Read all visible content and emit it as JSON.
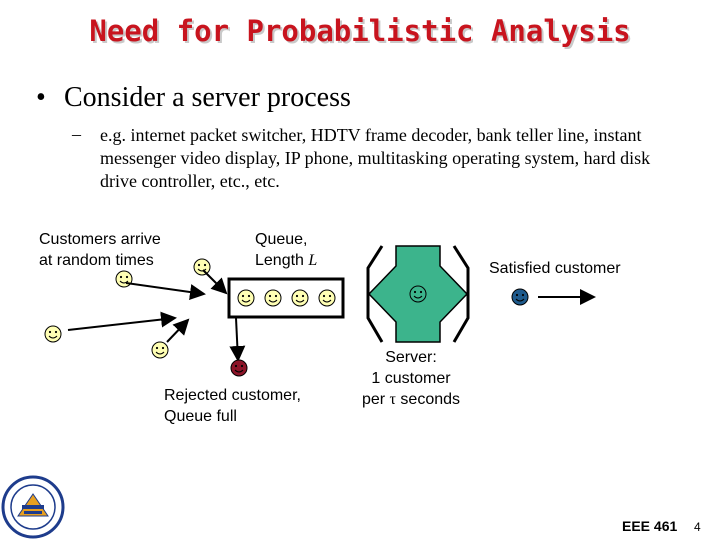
{
  "slide": {
    "title": "Need for Probabilistic Analysis",
    "bullet": "Consider a server process",
    "sub_dash": "–",
    "sub_bullet": "e.g. internet packet switcher, HDTV frame decoder, bank teller line, instant messenger video display, IP phone, multitasking operating system, hard disk drive controller, etc., etc."
  },
  "diagram": {
    "arrivals_label": "Customers arrive\nat random times",
    "queue_label_prefix": "Queue,\nLength ",
    "queue_length_symbol": "L",
    "rejected_label": "Rejected customer,\nQueue full",
    "server_label_line1": "Server:",
    "server_label_line2": "1 customer",
    "server_label_line3_prefix": "per ",
    "server_tau": "τ",
    "server_label_line3_suffix": " seconds",
    "satisfied_label": "Satisfied customer",
    "colors": {
      "customer_face": "#ffffb4",
      "server_cross": "#3cb48c",
      "rejected_face": "#8c1428",
      "satisfied_face": "#1e5a8c",
      "title": "#c8141e"
    }
  },
  "footer": {
    "course": "EEE 461",
    "page": "4"
  }
}
